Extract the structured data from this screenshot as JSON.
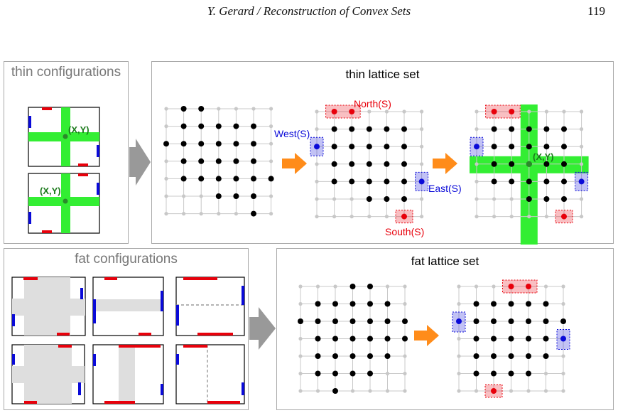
{
  "header": {
    "running_head": "Y. Gerard / Reconstruction of Convex Sets",
    "page_number": "119"
  },
  "panels": {
    "thin_configurations": "thin configurations",
    "thin_lattice_set": "thin lattice set",
    "fat_configurations": "fat configurations",
    "fat_lattice_set": "fat lattice set"
  },
  "labels": {
    "xy": "(X,Y)",
    "north": "North(S)",
    "south": "South(S)",
    "west": "West(S)",
    "east": "East(S)"
  },
  "colors": {
    "red": "#e8000b",
    "blue": "#0a0ad8",
    "green": "#33ee33",
    "orange": "#ff8c1a",
    "gray_arrow": "#999999",
    "fat_strip": "#dedede",
    "lattice": "#c8c8c8"
  },
  "thin_set_points": [
    [
      1,
      0
    ],
    [
      2,
      0
    ],
    [
      1,
      1
    ],
    [
      2,
      1
    ],
    [
      3,
      1
    ],
    [
      4,
      1
    ],
    [
      5,
      1
    ],
    [
      0,
      2
    ],
    [
      1,
      2
    ],
    [
      2,
      2
    ],
    [
      3,
      2
    ],
    [
      4,
      2
    ],
    [
      5,
      2
    ],
    [
      1,
      3
    ],
    [
      2,
      3
    ],
    [
      3,
      3
    ],
    [
      4,
      3
    ],
    [
      5,
      3
    ],
    [
      1,
      4
    ],
    [
      2,
      4
    ],
    [
      3,
      4
    ],
    [
      4,
      4
    ],
    [
      5,
      4
    ],
    [
      6,
      4
    ],
    [
      3,
      5
    ],
    [
      4,
      5
    ],
    [
      5,
      5
    ],
    [
      5,
      6
    ]
  ],
  "fat_set_points": [
    [
      3,
      0
    ],
    [
      4,
      0
    ],
    [
      1,
      1
    ],
    [
      2,
      1
    ],
    [
      3,
      1
    ],
    [
      4,
      1
    ],
    [
      5,
      1
    ],
    [
      0,
      2
    ],
    [
      1,
      2
    ],
    [
      2,
      2
    ],
    [
      3,
      2
    ],
    [
      4,
      2
    ],
    [
      5,
      2
    ],
    [
      6,
      2
    ],
    [
      1,
      3
    ],
    [
      2,
      3
    ],
    [
      3,
      3
    ],
    [
      4,
      3
    ],
    [
      5,
      3
    ],
    [
      6,
      3
    ],
    [
      1,
      4
    ],
    [
      2,
      4
    ],
    [
      3,
      4
    ],
    [
      4,
      4
    ],
    [
      5,
      4
    ],
    [
      1,
      5
    ],
    [
      2,
      5
    ],
    [
      3,
      5
    ],
    [
      4,
      5
    ],
    [
      2,
      6
    ]
  ]
}
